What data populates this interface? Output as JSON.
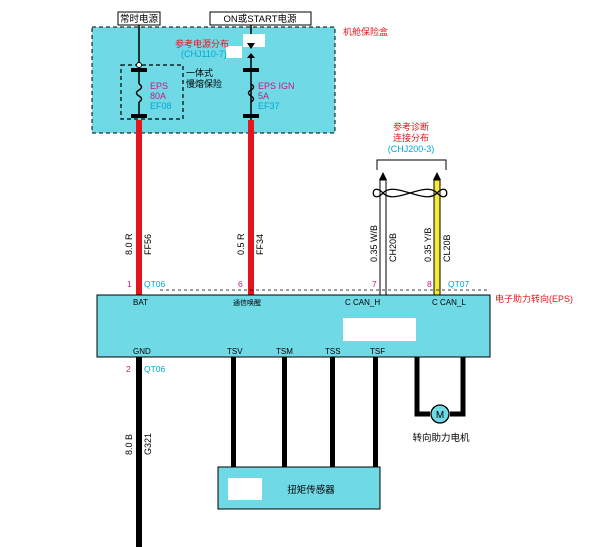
{
  "labels": {
    "constant_power": "常时电源",
    "on_start_power": "ON或START电源",
    "fuse_box": "机舱保险盒",
    "power_dist_ref": "参考电源分布",
    "power_dist_code": "(CHJ110-7)",
    "fuse_left_name": "EPS",
    "fuse_left_rating": "80A",
    "fuse_left_code": "EF08",
    "fuse_block_note_1": "一体式",
    "fuse_block_note_2": "慢熔保险",
    "fuse_right_name": "EPS IGN",
    "fuse_right_rating": "5A",
    "fuse_right_code": "EF37",
    "diag_ref_1": "参考诊断",
    "diag_ref_2": "连接分布",
    "diag_ref_code": "(CHJ200-3)",
    "eps_module": "电子助力转向(EPS)",
    "torque_sensor": "扭矩传感器",
    "assist_motor": "转向助力电机",
    "motor_symbol": "M"
  },
  "wires": {
    "w1_size_color": "8.0 R",
    "w1_circuit": "FF56",
    "w2_size_color": "0.5 R",
    "w2_circuit": "FF34",
    "w3_size_color": "0.35 W/B",
    "w3_circuit": "CH20B",
    "w4_size_color": "0.35 Y/B",
    "w4_circuit": "CL20B",
    "w5_size_color": "8.0 B",
    "w5_circuit": "G321"
  },
  "pins": {
    "p1": "1",
    "p6": "6",
    "p7": "7",
    "p8": "8",
    "p2": "2",
    "conn_qt06_top": "QT06",
    "conn_qt07": "QT07",
    "conn_qt06_bottom": "QT06",
    "bat": "BAT",
    "ign": "通信唤醒",
    "can_h": "C CAN_H",
    "can_l": "C CAN_L",
    "gnd": "GND",
    "tsv": "TSV",
    "tsm": "TSM",
    "tss": "TSS",
    "tsf": "TSF"
  },
  "colors": {
    "module_fill": "#6fd9e6",
    "wire_red": "#e4161b",
    "wire_yellow": "#f5ea3a",
    "label_magenta": "#c8187e",
    "label_cyan": "#00a6d6"
  }
}
